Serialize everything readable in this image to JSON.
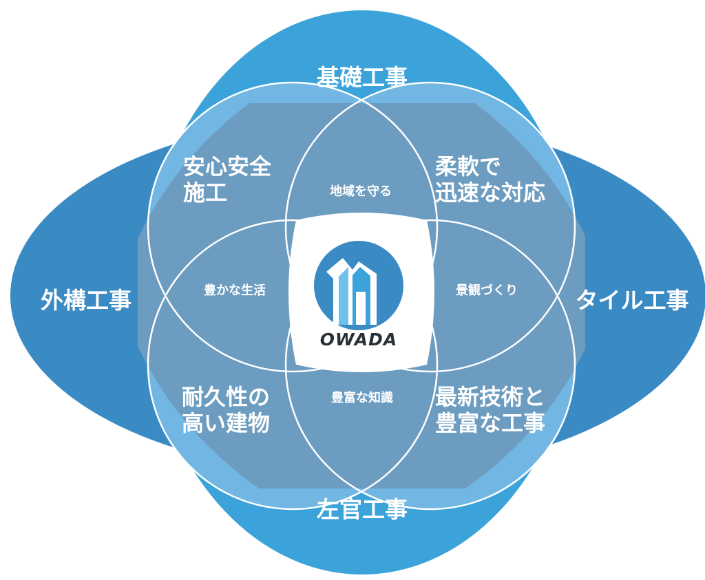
{
  "outer": {
    "top": "基礎工事",
    "left": "外構工事",
    "right": "タイル工事",
    "bottom": "左官工事"
  },
  "petals": {
    "top_left": [
      "安心安全",
      "施工"
    ],
    "top_right": [
      "柔軟で",
      "迅速な対応"
    ],
    "bottom_left": [
      "耐久性の",
      "高い建物"
    ],
    "bottom_right": [
      "最新技術と",
      "豊富な工事"
    ]
  },
  "inner": {
    "top": "地域を守る",
    "left": "豊かな生活",
    "right": "景観づくり",
    "bottom": "豊富な知識"
  },
  "logo": {
    "name": "OWADA",
    "icon": "house-logo-icon"
  },
  "colors": {
    "vertical_ellipse": "#3BA3DA",
    "horizontal_ellipse": "#3A8AC4",
    "petal": "#72B6E3",
    "inner": "#6C9CC0",
    "outline": "#ffffff"
  }
}
